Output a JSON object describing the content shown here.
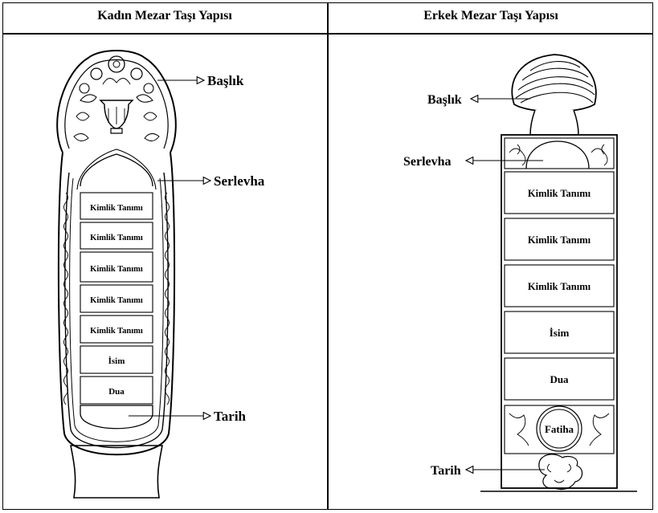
{
  "left": {
    "title": "Kadın Mezar Taşı Yapısı",
    "labels": {
      "baslik": "Başlık",
      "serlevha": "Serlevha",
      "tarih": "Tarih"
    },
    "panels": [
      "Kimlik Tanımı",
      "Kimlik Tanımı",
      "Kimlik Tanımı",
      "Kimlik Tanımı",
      "Kimlik Tanımı",
      "İsim",
      "Dua"
    ]
  },
  "right": {
    "title": "Erkek Mezar Taşı Yapısı",
    "labels": {
      "baslik": "Başlık",
      "serlevha": "Serlevha",
      "tarih": "Tarih"
    },
    "panels": [
      "Kimlik Tanımı",
      "Kimlik Tanımı",
      "Kimlik Tanımı",
      "İsim",
      "Dua"
    ],
    "fatiha": "Fatiha"
  }
}
